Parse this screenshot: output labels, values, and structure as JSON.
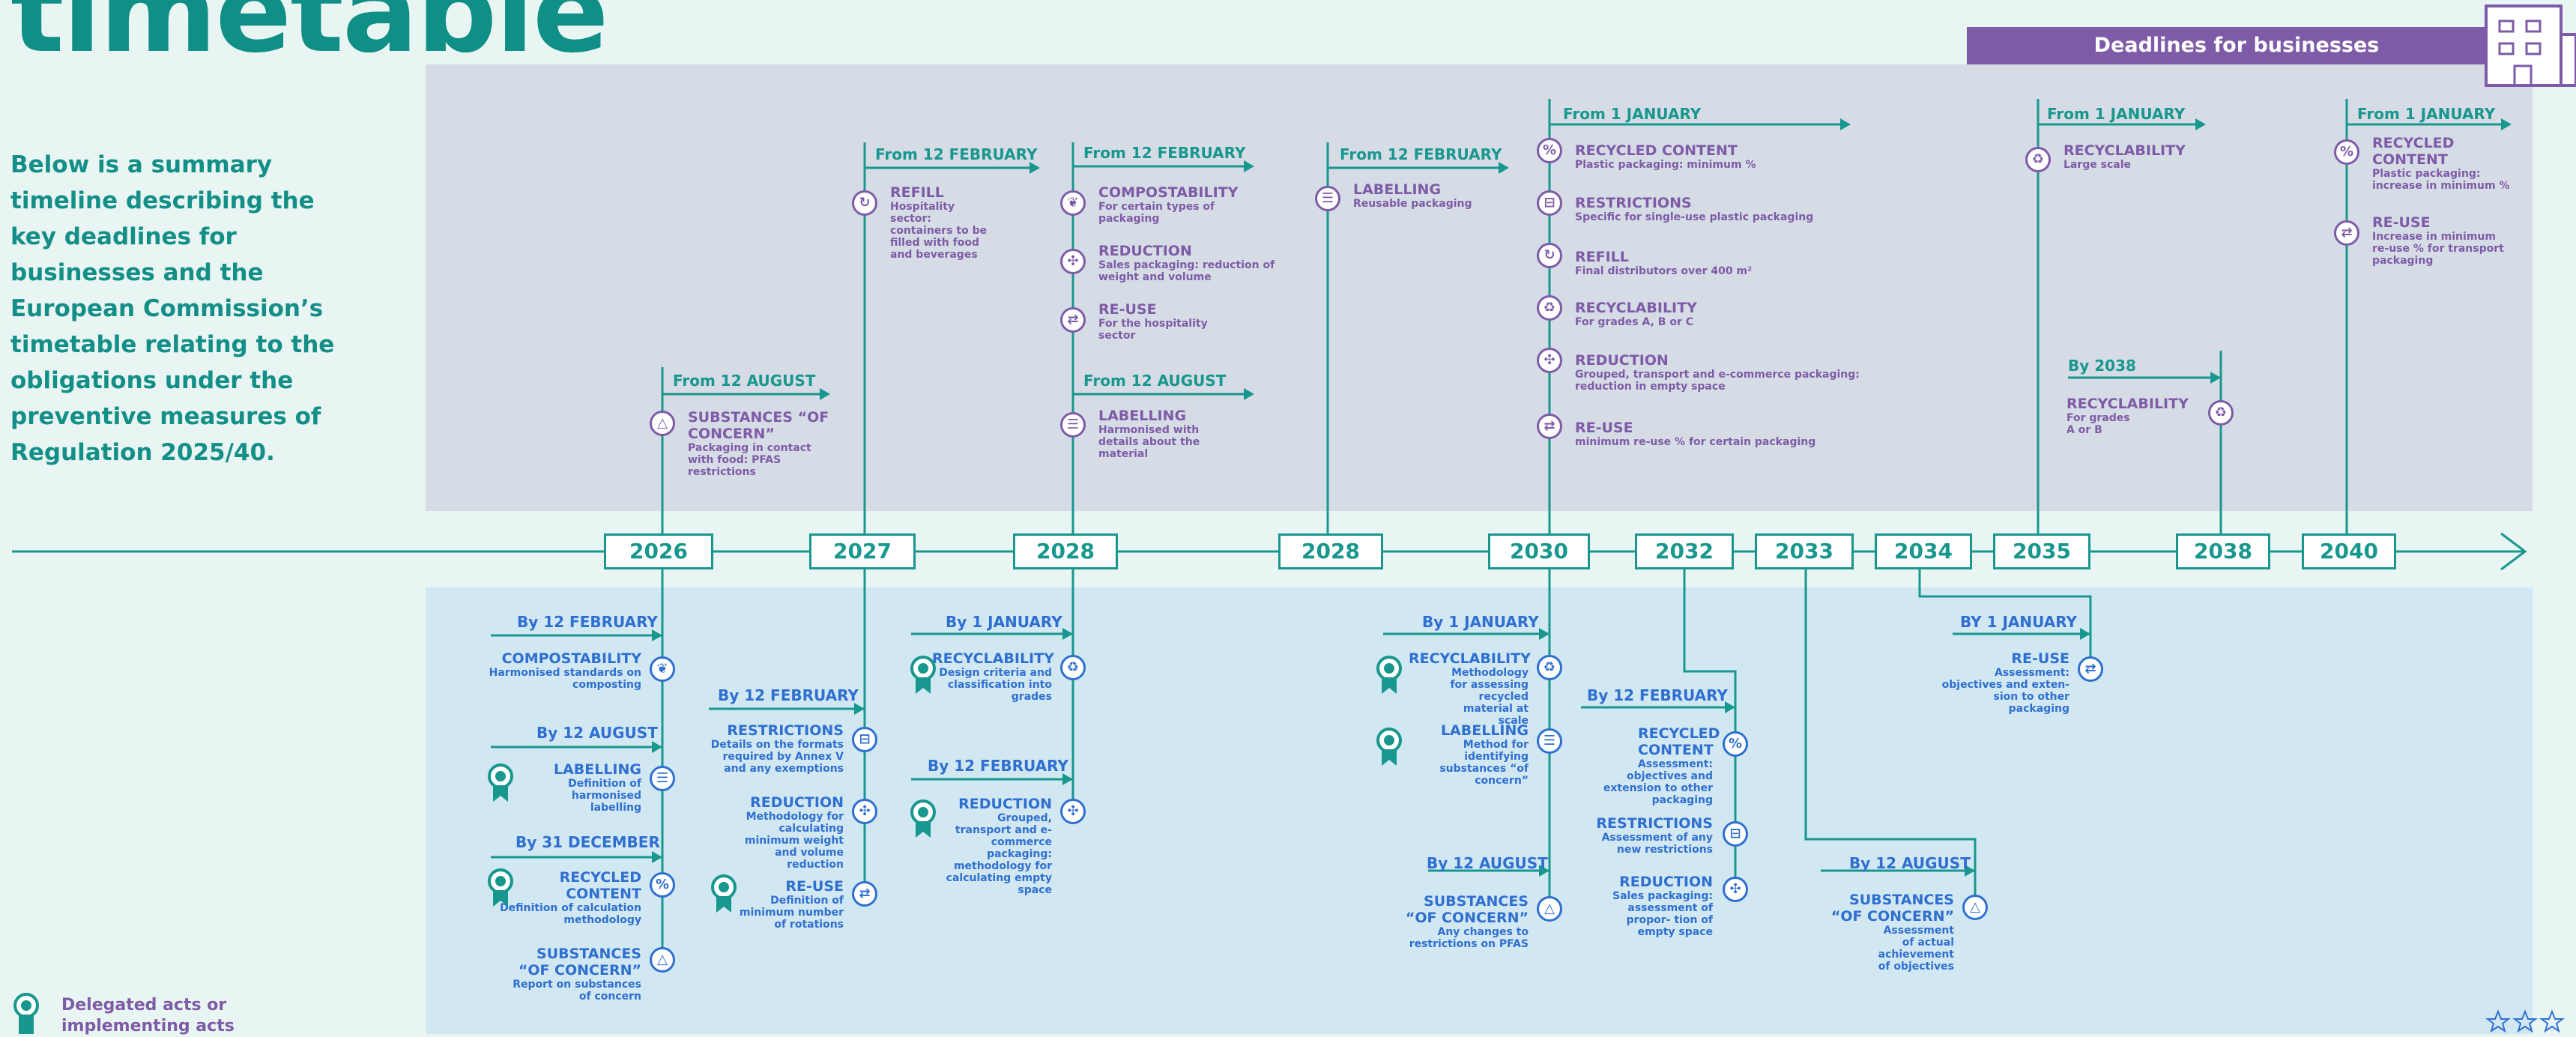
{
  "header": {
    "title_fragment": "timetable",
    "intro": "Below is a summary timeline describing the key deadlines for businesses and the European Commission’s timetable relating to the obligations under the preventive measures of Regulation 2025/40.",
    "businesses_banner": "Deadlines for businesses"
  },
  "years": [
    "2026",
    "2027",
    "2028",
    "2028",
    "2030",
    "2032",
    "2033",
    "2034",
    "2035",
    "2038",
    "2040"
  ],
  "top": {
    "date_2026": "From 12 AUGUST",
    "date_2027": "From 12 FEBRUARY",
    "date_2028a": "From 12 FEBRUARY",
    "date_2028a2": "From 12 AUGUST",
    "date_2028b": "From 12 FEBRUARY",
    "date_2030": "From 1 JANUARY",
    "date_2035": "From 1 JANUARY",
    "date_2038": "By 2038",
    "date_2040": "From 1 JANUARY",
    "items": [
      {
        "title": "SUBSTANCES “OF CONCERN”",
        "desc": "Packaging in contact with food: PFAS restrictions"
      },
      {
        "title": "REFILL",
        "desc": "Hospitality sector: containers to be filled with food and beverages"
      },
      {
        "title": "COMPOSTABILITY",
        "desc": "For certain types of packaging"
      },
      {
        "title": "REDUCTION",
        "desc": "Sales packaging: reduction of weight and volume"
      },
      {
        "title": "RE-USE",
        "desc": "For the hospitality sector"
      },
      {
        "title": "LABELLING",
        "desc": "Harmonised with details about the material"
      },
      {
        "title": "LABELLING",
        "desc": "Reusable packaging"
      },
      {
        "title": "RECYCLED CONTENT",
        "desc": "Plastic packaging: minimum %"
      },
      {
        "title": "RESTRICTIONS",
        "desc": "Specific for single-use plastic packaging"
      },
      {
        "title": "REFILL",
        "desc": "Final distributors over 400 m²"
      },
      {
        "title": "RECYCLABILITY",
        "desc": "For grades A, B or C"
      },
      {
        "title": "REDUCTION",
        "desc": "Grouped, transport and e-commerce packaging: reduction in empty space"
      },
      {
        "title": "RE-USE",
        "desc": "minimum re-use % for certain packaging"
      },
      {
        "title": "RECYCLABILITY",
        "desc": "Large scale"
      },
      {
        "title": "RECYCLABILITY",
        "desc": "For grades A or B"
      },
      {
        "title": "RECYCLED CONTENT",
        "desc": "Plastic packaging: increase in minimum %"
      },
      {
        "title": "RE-USE",
        "desc": "Increase in minimum re-use % for transport packaging"
      }
    ]
  },
  "bottom": {
    "d_2026_1": "By 12 FEBRUARY",
    "d_2026_2": "By 12 AUGUST",
    "d_2026_3": "By 31 DECEMBER",
    "d_2027": "By 12 FEBRUARY",
    "d_2028_1": "By 1 JANUARY",
    "d_2028_2": "By 12 FEBRUARY",
    "d_2030_1": "By 1 JANUARY",
    "d_2030_2": "By 12 AUGUST",
    "d_2032": "By 12 FEBRUARY",
    "d_2033": "By 12 AUGUST",
    "d_2034": "BY 1 JANUARY",
    "items": [
      {
        "title": "COMPOSTABILITY",
        "desc": "Harmonised standards on composting"
      },
      {
        "title": "LABELLING",
        "desc": "Definition of harmonised labelling"
      },
      {
        "title": "RECYCLED CONTENT",
        "desc": "Definition of calculation methodology"
      },
      {
        "title": "SUBSTANCES “OF CONCERN”",
        "desc": "Report on substances of concern"
      },
      {
        "title": "RESTRICTIONS",
        "desc": "Details on the formats required by Annex V and any exemptions"
      },
      {
        "title": "REDUCTION",
        "desc": "Methodology for calculating minimum weight and volume reduction"
      },
      {
        "title": "RE-USE",
        "desc": "Definition of minimum number of rotations"
      },
      {
        "title": "RECYCLABILITY",
        "desc": "Design criteria and classification into grades"
      },
      {
        "title": "REDUCTION",
        "desc": "Grouped, transport and e-commerce packaging: methodology for calculating empty space"
      },
      {
        "title": "RECYCLABILITY",
        "desc": "Methodology for assessing recycled material at scale"
      },
      {
        "title": "LABELLING",
        "desc": "Method for identifying substances “of concern”"
      },
      {
        "title": "SUBSTANCES “OF CONCERN”",
        "desc": "Any changes to restrictions on PFAS"
      },
      {
        "title": "RECYCLED CONTENT",
        "desc": "Assessment: objectives and extension to other packaging"
      },
      {
        "title": "RESTRICTIONS",
        "desc": "Assessment of any new restrictions"
      },
      {
        "title": "REDUCTION",
        "desc": "Sales packaging: assessment of propor- tion of empty space"
      },
      {
        "title": "SUBSTANCES “OF CONCERN”",
        "desc": "Assessment of actual achievement of objectives"
      },
      {
        "title": "RE-USE",
        "desc": "Assessment: objectives and exten- sion to other packaging"
      }
    ]
  },
  "legend": {
    "text": "Delegated acts or implementing acts"
  },
  "colors": {
    "teal": "#18978e",
    "purple": "#7d5ba6",
    "blue": "#2f6fd0"
  },
  "icons": {
    "substances": "warning-triangle-icon",
    "refill": "refill-arrow-icon",
    "compostability": "leaf-icon",
    "reduction": "compress-arrows-icon",
    "reuse": "loop-arrows-icon",
    "labelling": "label-doc-icon",
    "recycled_content": "percent-icon",
    "restrictions": "restriction-icon",
    "recyclability": "recycle-icon",
    "award": "award-ribbon-icon"
  }
}
